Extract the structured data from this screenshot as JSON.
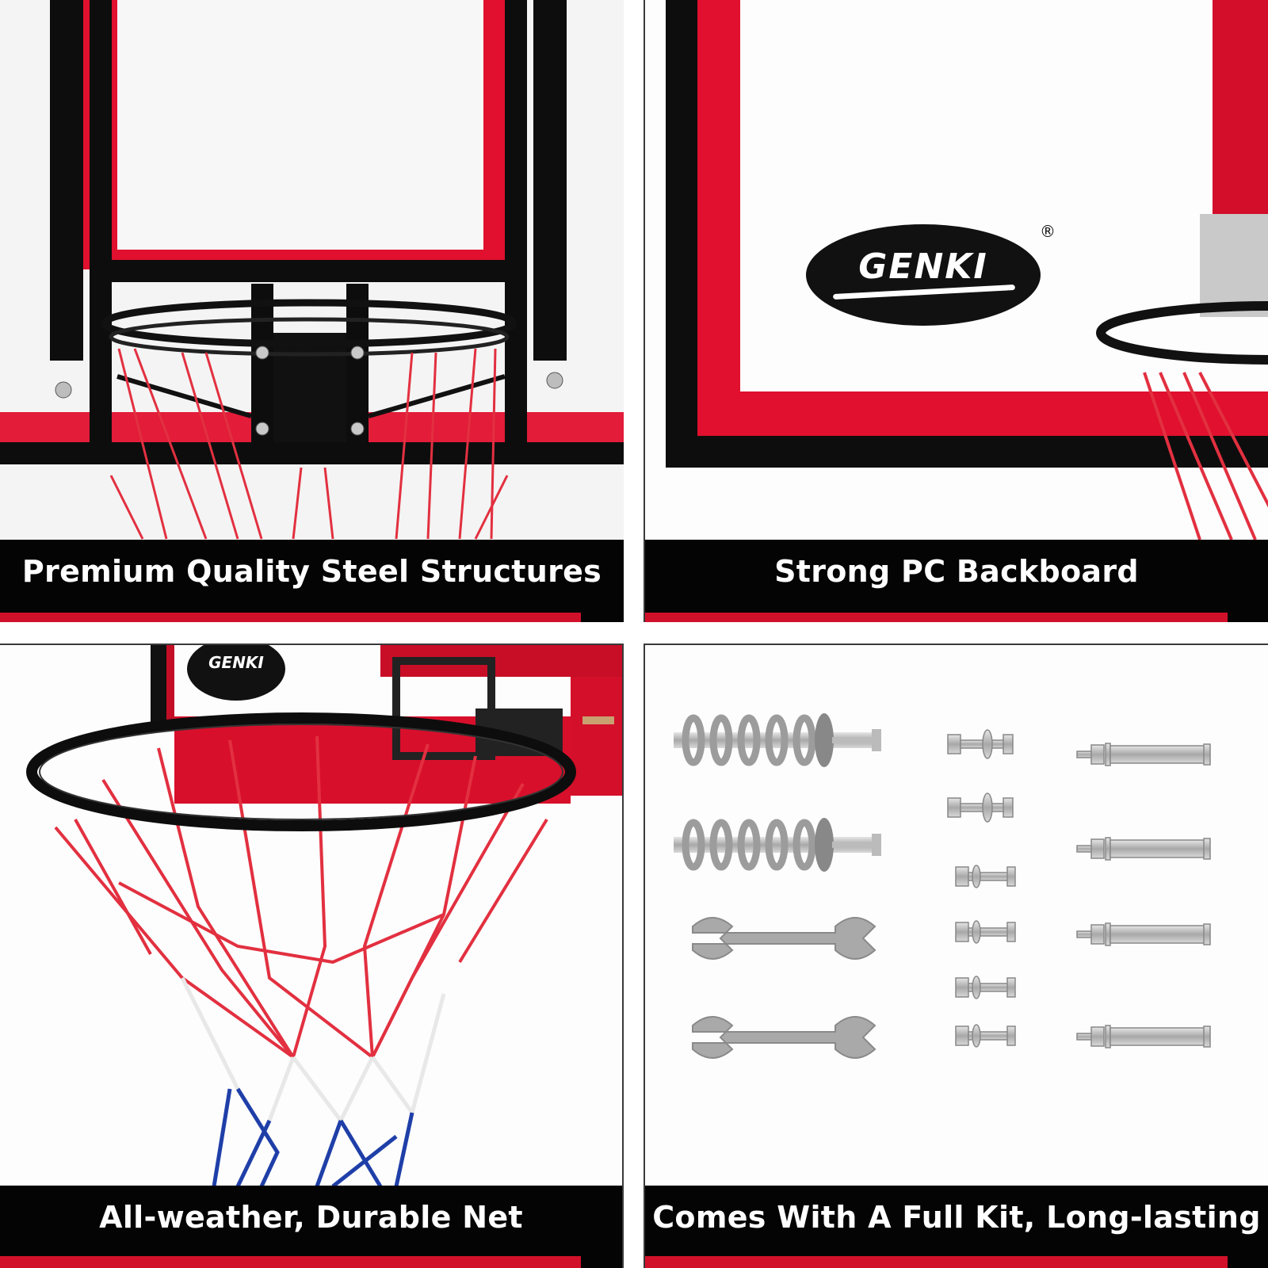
{
  "brand": {
    "name": "GENKI",
    "registered_mark": "®"
  },
  "colors": {
    "caption_bg": "#040404",
    "accent_red": "#d1102a",
    "backboard_red": "#e0102e",
    "frame_black": "#0d0d0d",
    "net_blue": "#1f3fa8",
    "metal": "#b8b8b8"
  },
  "panels": [
    {
      "id": "steel-structures",
      "caption": "Premium Quality Steel Structures",
      "image": "backboard-rear-steel-frame-with-rim"
    },
    {
      "id": "pc-backboard",
      "caption": "Strong PC Backboard",
      "image": "backboard-corner-with-genki-logo",
      "logo_text": "GENKI",
      "logo_mark": "®"
    },
    {
      "id": "durable-net",
      "caption": "All-weather, Durable Net",
      "image": "rim-with-red-white-blue-net",
      "logo_text": "GENKI"
    },
    {
      "id": "full-kit",
      "caption": "Comes With A Full Kit, Long-lasting",
      "image": "hardware-kit",
      "kit_items": [
        {
          "name": "spring bolt assembly",
          "count": 2
        },
        {
          "name": "open-end wrench",
          "count": 2
        },
        {
          "name": "bolt with nut and washer",
          "count": 6
        },
        {
          "name": "expansion anchor bolt",
          "count": 4
        }
      ]
    }
  ]
}
